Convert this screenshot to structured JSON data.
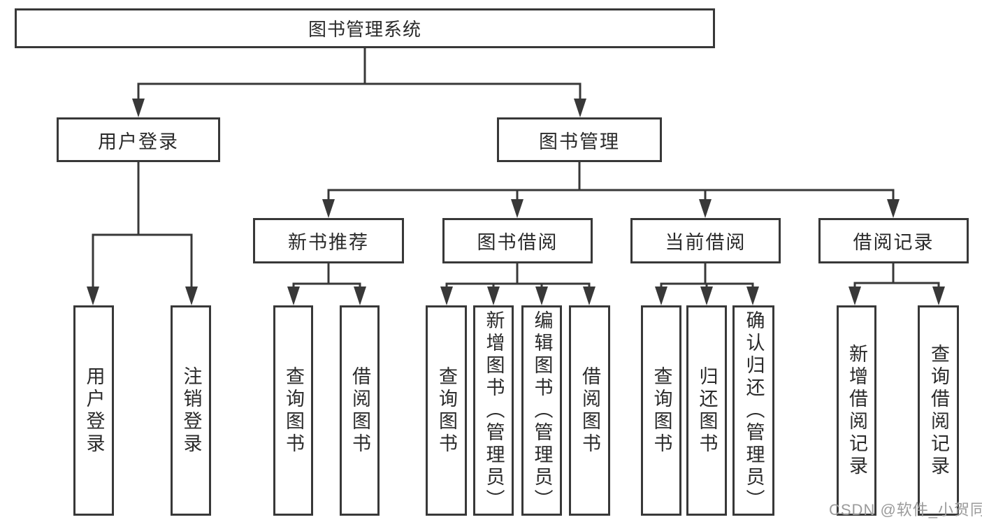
{
  "diagram": {
    "root": "图书管理系统",
    "level2": {
      "user_login": "用户登录",
      "book_mgmt": "图书管理"
    },
    "level3": {
      "new_book_rec": "新书推荐",
      "book_borrow": "图书借阅",
      "current_borrow": "当前借阅",
      "borrow_records": "借阅记录"
    },
    "leaves": {
      "user_login": "用户登录",
      "logout": "注销登录",
      "rec_query_books": "查询图书",
      "rec_borrow_books": "借阅图书",
      "bb_query_books": "查询图书",
      "bb_add_books": "新增图书（管理员）",
      "bb_edit_books": "编辑图书（管理员）",
      "bb_borrow_books": "借阅图书",
      "cb_query_books": "查询图书",
      "cb_return_books": "归还图书",
      "cb_confirm_return": "确认归还（管理员）",
      "br_add_record": "新增借阅记录",
      "br_query_record": "查询借阅记录"
    }
  },
  "watermark": "CSDN @软件_小贺同学",
  "colors": {
    "line": "#383838",
    "text": "#2a2a2a",
    "background": "#ffffff",
    "watermark": "#9b9b9b"
  }
}
